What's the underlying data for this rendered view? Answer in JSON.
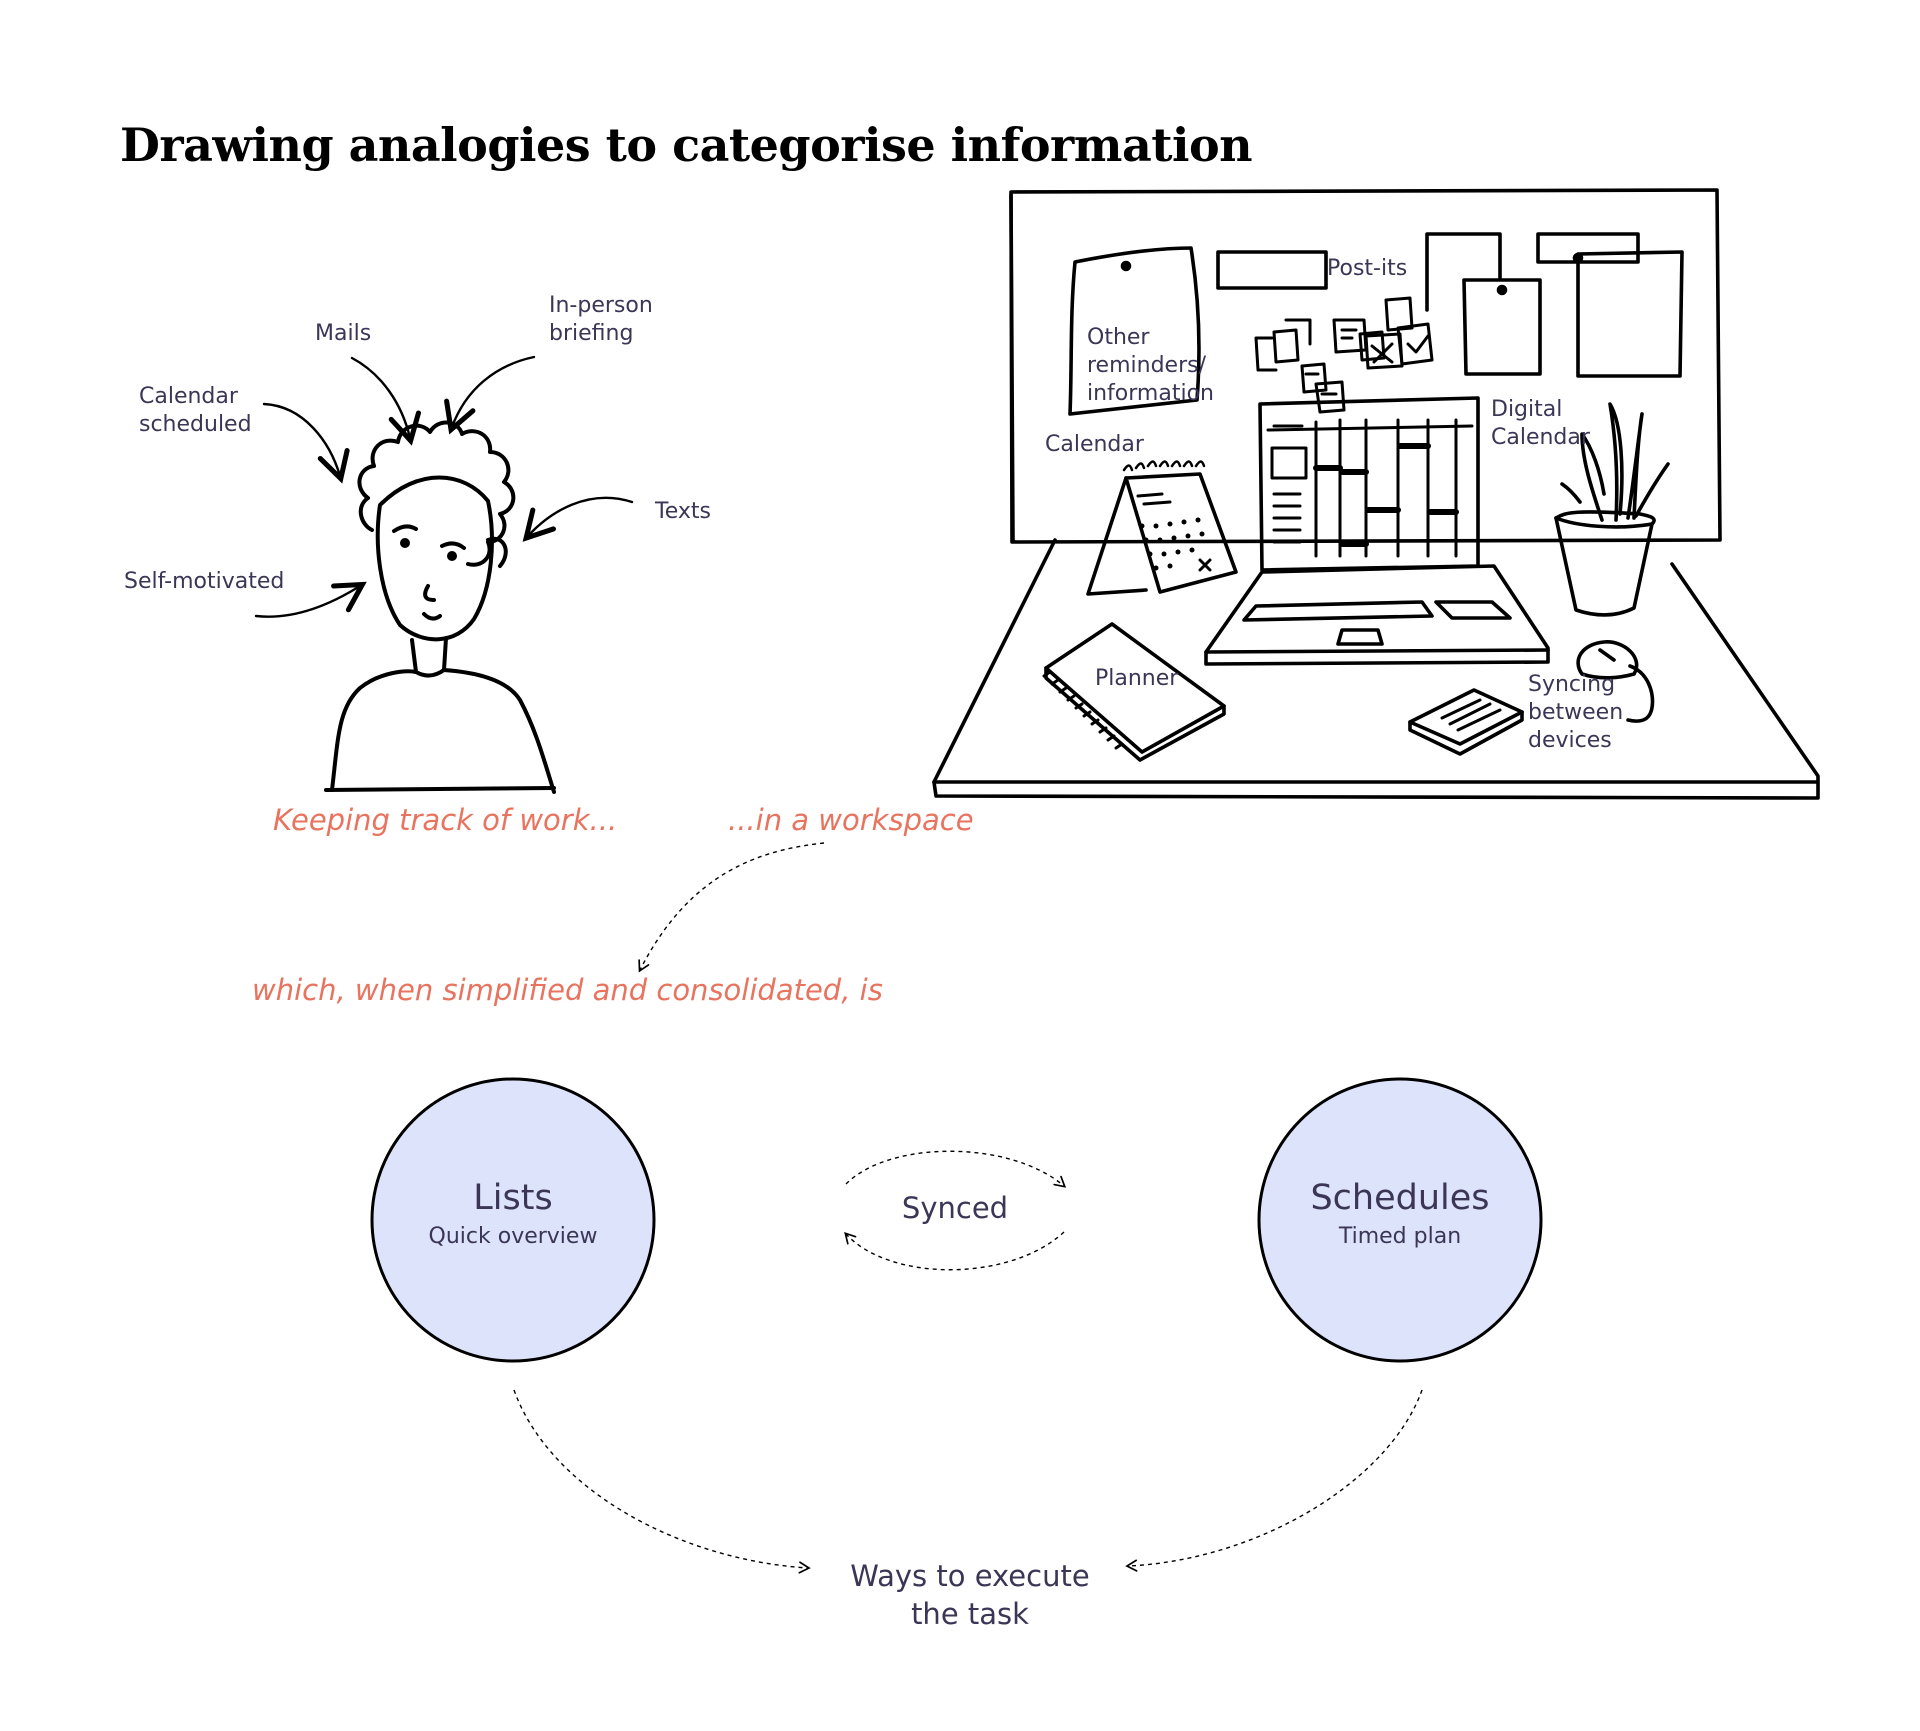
{
  "page": {
    "title": "Drawing analogies to categorise information"
  },
  "person": {
    "inputs": {
      "mails": "Mails",
      "in_person": "In-person\nbriefing",
      "calendar": "Calendar\nscheduled",
      "texts": "Texts",
      "self": "Self-motivated"
    },
    "caption": "Keeping track of work..."
  },
  "workspace": {
    "labels": {
      "post_its": "Post-its",
      "other": "Other\nreminders/\ninformation",
      "digital_calendar": "Digital\nCalendar",
      "calendar": "Calendar",
      "planner": "Planner",
      "syncing": "Syncing\nbetween\ndevices"
    },
    "caption": "...in a workspace"
  },
  "transition": "which, when simplified and consolidated, is",
  "concepts": {
    "lists": {
      "title": "Lists",
      "subtitle": "Quick overview"
    },
    "schedules": {
      "title": "Schedules",
      "subtitle": "Timed plan"
    },
    "link": "Synced",
    "outcome": "Ways to execute\nthe task"
  },
  "colors": {
    "accent": "#e8735f",
    "label": "#3b3656",
    "circle_fill": "#dde3fb",
    "ink": "#000000"
  }
}
